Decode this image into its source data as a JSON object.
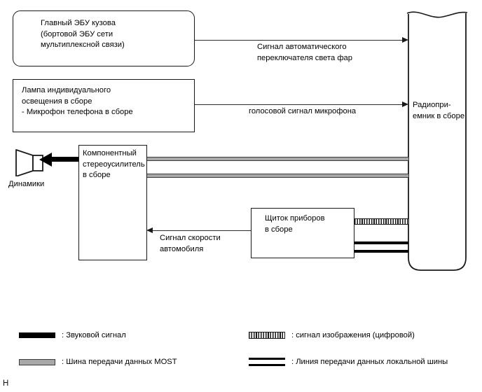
{
  "diagram": {
    "title_marker": "H",
    "nodes": {
      "body_ecu": {
        "label": "Главный ЭБУ кузова\n(бортовой ЭБУ сети\nмультиплексной связи)",
        "shape": "rounded-rect"
      },
      "interior_lamp": {
        "label": "Лампа индивидуального\nосвещения в сборе",
        "sub_label": "- Микрофон телефона в сборе",
        "shape": "rect"
      },
      "amplifier": {
        "label": "Компонентный\nстереоусилитель\nв сборе",
        "shape": "rect"
      },
      "instrument_cluster": {
        "label": "Щиток приборов\nв сборе",
        "shape": "rect"
      },
      "radio_receiver": {
        "label": "Радиопри-\nемник в сборе",
        "shape": "torn-top-rounded-bottom-rect"
      },
      "speakers": {
        "label": "Динамики",
        "shape": "speaker-icon"
      }
    },
    "connection_labels": {
      "auto_headlight": "Сигнал автоматического\nпереключателя света фар",
      "mic_voice": "голосовой сигнал микрофона",
      "vehicle_speed": "Сигнал скорости\nавтомобиля"
    },
    "legend": [
      {
        "symbol": "audio-signal-bar",
        "label": ": Звуковой сигнал"
      },
      {
        "symbol": "digital-image-signal-hatch",
        "label": ": сигнал изображения (цифровой)"
      },
      {
        "symbol": "most-data-bus-band",
        "label": ": Шина передачи данных MOST"
      },
      {
        "symbol": "local-bus-double-line",
        "label": ": Линия передачи данных локальной шины"
      }
    ],
    "colors": {
      "line": "#1a1a1a",
      "most_bus_fill": "#a8a8a8",
      "most_bus_edge": "#3a3a3a",
      "audio": "#000000",
      "background": "#ffffff"
    }
  }
}
